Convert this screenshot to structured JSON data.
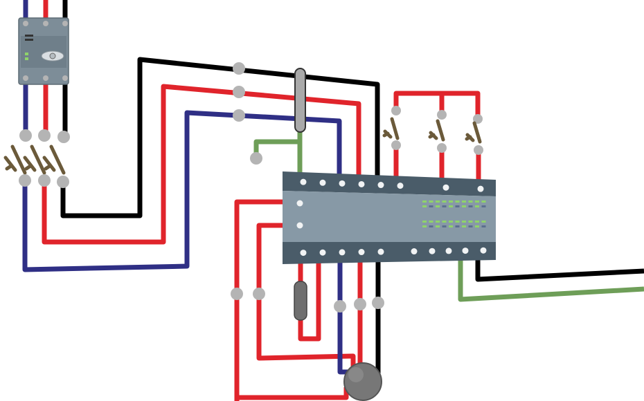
{
  "colors": {
    "background": "#ffffff",
    "wire_black": "#000000",
    "wire_red": "#e0242b",
    "wire_blue": "#2f2f85",
    "wire_green": "#6e9e58",
    "terminal": "#b4b4b4",
    "breaker_body": "#7d8d98",
    "controller_body": "#8799a6",
    "controller_rail": "#4a5c69",
    "led_green": "#8fd36a",
    "led_blue": "#5b6e8f",
    "switch_contact": "#6b5a3a",
    "motor": "#777777"
  },
  "components": [
    {
      "name": "circuit-breaker",
      "kind": "breaker",
      "label": ""
    },
    {
      "name": "contactor-switches",
      "kind": "switch-group",
      "count": 3
    },
    {
      "name": "bus-clamp",
      "kind": "connector"
    },
    {
      "name": "control-module",
      "kind": "controller",
      "label": ""
    },
    {
      "name": "input-pushbuttons",
      "kind": "switch-group",
      "count": 3
    },
    {
      "name": "resistor",
      "kind": "resistor"
    },
    {
      "name": "motor",
      "kind": "motor"
    }
  ],
  "wires": [
    {
      "name": "black-main-line",
      "color": "wire_black"
    },
    {
      "name": "red-main-line",
      "color": "wire_red"
    },
    {
      "name": "blue-main-line",
      "color": "wire_blue"
    },
    {
      "name": "green-ground-line",
      "color": "wire_green"
    },
    {
      "name": "black-output-line",
      "color": "wire_black"
    },
    {
      "name": "green-output-line",
      "color": "wire_green"
    }
  ]
}
